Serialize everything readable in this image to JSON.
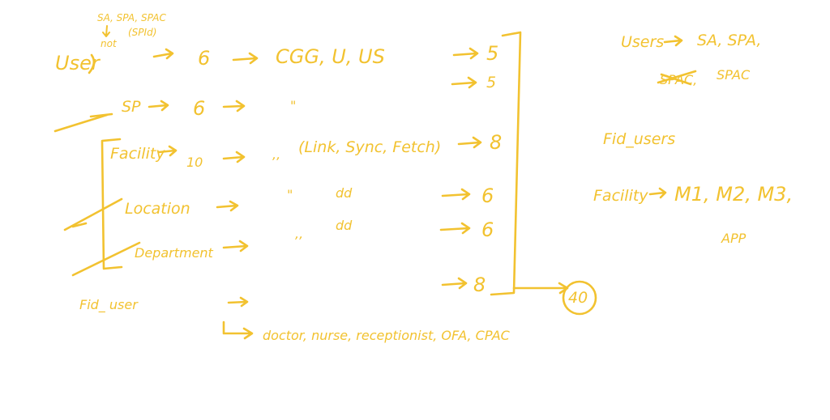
{
  "colors": {
    "ink": "#f2c230",
    "background": "#ffffff"
  },
  "notes": {
    "user_roles_top": "SA, SPA, SPAC",
    "user_roles_sub": "(SPId)",
    "user_roles_not": "not",
    "user": "User",
    "user_count": "6",
    "user_targets": "CGG, U, US",
    "user_out": "5",
    "second_out": "5",
    "sp": "SP",
    "sp_count": "6",
    "sp_ditto": "\"",
    "facility": "Facility",
    "facility_count": "10",
    "facility_ops": "(Link, Sync, Fetch)",
    "facility_ditto": ",,",
    "facility_out": "8",
    "location": "Location",
    "location_ditto": "\"",
    "location_op": "dd",
    "location_out": "6",
    "department": "Department",
    "department_ditto": ",,",
    "department_op": "dd",
    "department_out": "6",
    "bottom_out": "8",
    "fid_user": "Fid_ user",
    "roles_list": "doctor, nurse, receptionist, OFA, CPAC",
    "total": "40",
    "right_users": "Users",
    "right_users_roles": "SA, SPA,",
    "right_users_roles2": "SPAC",
    "right_users_crossed": "SPAC,",
    "right_fid_users": "Fid_users",
    "right_facility": "Facility",
    "right_facility_list": "M1, M2, M3,",
    "right_app": "APP"
  }
}
